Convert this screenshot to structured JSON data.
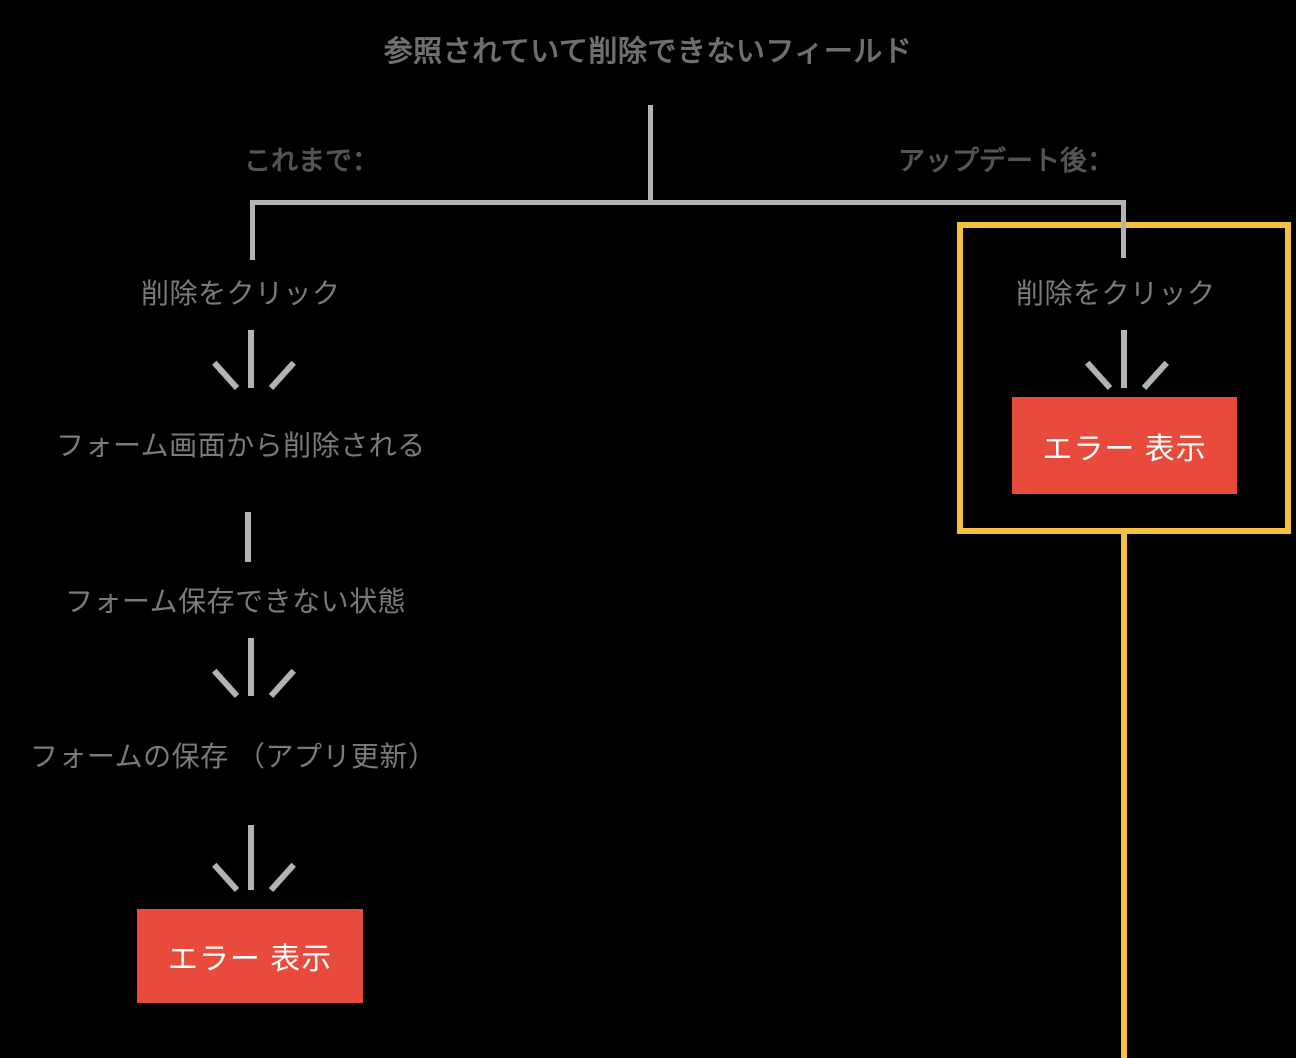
{
  "diagram": {
    "title": "参照されていて削除できないフィールド",
    "columns": {
      "before_label": "これまで：",
      "after_label": "アップデート後："
    },
    "before_branch": {
      "steps": [
        "削除をクリック",
        "フォーム画面から削除される",
        "フォーム保存できない状態",
        "フォームの保存 （アプリ更新）"
      ],
      "result": "エラー 表示"
    },
    "after_branch": {
      "steps": [
        "削除をクリック"
      ],
      "result": "エラー 表示"
    },
    "colors": {
      "background": "#000000",
      "text": "#7b7b7b",
      "title": "#6f6f6f",
      "label": "#555555",
      "connector": "#b3b3b3",
      "error": "#e84b3c",
      "error_text": "#ffffff",
      "highlight": "#f5c141"
    }
  }
}
